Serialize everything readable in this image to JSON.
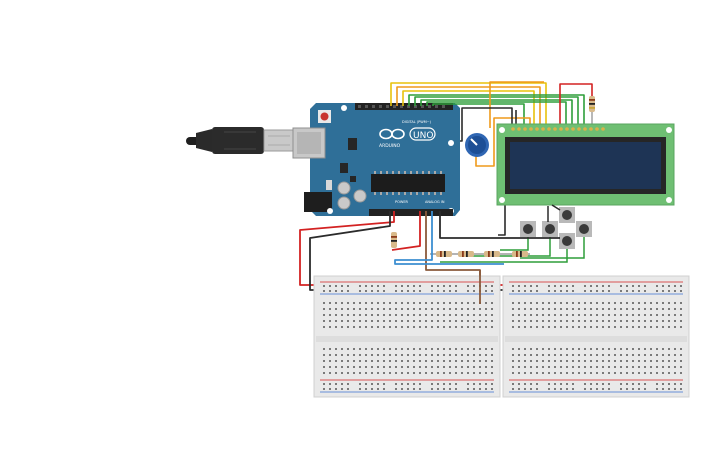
{
  "arduino": {
    "logo_text": "ARDUINO",
    "model": "UNO",
    "digital_label": "DIGITAL (PWM~)",
    "power_label": "POWER",
    "analog_label": "ANALOG IN"
  },
  "components": {
    "lcd": "16x2 LCD display",
    "potentiometer": "potentiometer",
    "pushbuttons": 5,
    "resistors": 6,
    "breadboards": 2
  },
  "colors": {
    "board": "#2f6f98",
    "lcd_pcb": "#6fbf73",
    "lcd_screen": "#1e3455",
    "breadboard": "#e9e9e9",
    "wire_red": "#d32222",
    "wire_black": "#2b2b2b",
    "wire_green": "#2e9e3a",
    "wire_yellow": "#e8c20c",
    "wire_orange": "#ef9a1c",
    "wire_blue": "#3c8fd1",
    "wire_brown": "#8a5a3b"
  }
}
